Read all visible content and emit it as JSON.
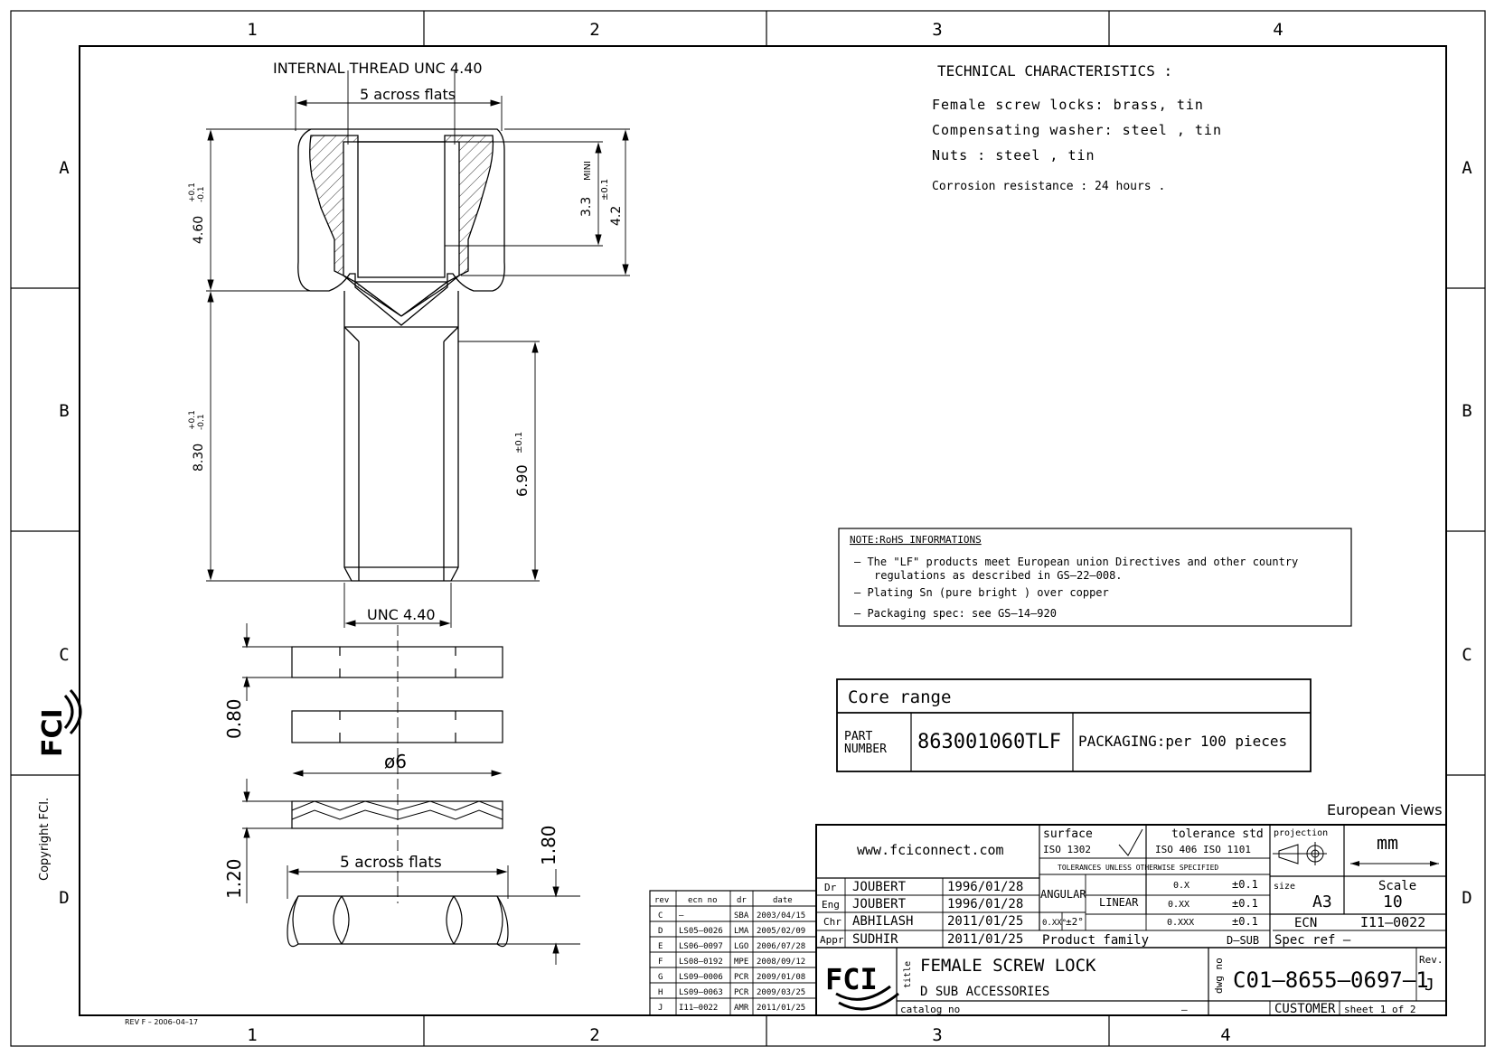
{
  "zones": {
    "columns": [
      "1",
      "2",
      "3",
      "4"
    ],
    "rows": [
      "A",
      "B",
      "C",
      "D"
    ]
  },
  "drawing": {
    "thread_label": "INTERNAL THREAD UNC 4.40",
    "across_flats_top": "5 across flats",
    "dim_4_60": "4.60",
    "dim_4_60_tol_plus": "+0.1",
    "dim_4_60_tol_minus": "-0.1",
    "dim_3_3": "3.3",
    "dim_3_3_tol": "±0.1",
    "dim_mini": "MINI",
    "dim_4_2": "4.2",
    "dim_8_30": "8.30",
    "dim_8_30_tol_plus": "+0.1",
    "dim_8_30_tol_minus": "-0.1",
    "dim_6_90": "6.90",
    "dim_6_90_tol": "±0.1",
    "unc_bottom": "UNC 4.40",
    "dim_0_80": "0.80",
    "dim_phi6": "ø6",
    "dim_1_20": "1.20",
    "across_flats_bottom": "5   across flats",
    "dim_1_80": "1.80"
  },
  "tech": {
    "title": "TECHNICAL CHARACTERISTICS :",
    "lines": [
      "Female screw locks: brass, tin",
      "Compensating washer: steel , tin",
      "Nuts :  steel  , tin"
    ],
    "corrosion": "Corrosion resistance : 24 hours ."
  },
  "note": {
    "title": "NOTE:RoHS INFORMATIONS",
    "items": [
      "– The \"LF\" products meet European union Directives and other country",
      "regulations as described in GS–22–008.",
      "– Plating Sn (pure bright ) over copper",
      "– Packaging spec: see GS–14–920"
    ]
  },
  "core": {
    "title": "Core range",
    "part_label_1": "PART",
    "part_label_2": "NUMBER",
    "part_number": "863001060TLF",
    "packaging": "PACKAGING:per 100 pieces"
  },
  "side": {
    "copyright": "Copyright FCI.",
    "rev_stamp": "REV F – 2006–04–17",
    "european_views": "European Views"
  },
  "revisions": {
    "headers": [
      "rev",
      "ecn no",
      "dr",
      "date"
    ],
    "rows": [
      [
        "C",
        "–",
        "SBA",
        "2003/04/15"
      ],
      [
        "D",
        "LS05–0026",
        "LMA",
        "2005/02/09"
      ],
      [
        "E",
        "LS06–0097",
        "LGO",
        "2006/07/28"
      ],
      [
        "F",
        "LS08–0192",
        "MPE",
        "2008/09/12"
      ],
      [
        "G",
        "LS09–0006",
        "PCR",
        "2009/01/08"
      ],
      [
        "H",
        "LS09–0063",
        "PCR",
        "2009/03/25"
      ],
      [
        "J",
        "I11–0022",
        "AMR",
        "2011/01/25"
      ]
    ]
  },
  "title_block": {
    "website": "www.fciconnect.com",
    "surface_label": "surface",
    "surface_std": "ISO 1302",
    "tolerance_label": "tolerance std",
    "tolerance_std": "ISO 406  ISO 1101",
    "tolerances_note": "TOLERANCES UNLESS OTHERWISE SPECIFIED",
    "projection_label": "projection",
    "unit": "mm",
    "signatures": [
      [
        "Dr",
        "JOUBERT",
        "1996/01/28"
      ],
      [
        "Eng",
        "JOUBERT",
        "1996/01/28"
      ],
      [
        "Chr",
        "ABHILASH",
        "2011/01/25"
      ],
      [
        "Appr",
        "SUDHIR",
        "2011/01/25"
      ]
    ],
    "angular_label": "ANGULAR",
    "angular_tol_key": "0.XX°",
    "angular_tol_val": "±2°",
    "linear_label": "LINEAR",
    "linear": [
      [
        "0.X",
        "±0.1"
      ],
      [
        "0.XX",
        "±0.1"
      ],
      [
        "0.XXX",
        "±0.1"
      ]
    ],
    "size_label": "size",
    "size": "A3",
    "scale_label": "Scale",
    "scale": "10",
    "ecn_label": "ECN",
    "ecn": "I11–0022",
    "product_family_label": "Product family",
    "product_family": "D–SUB",
    "spec_ref": "Spec ref  –",
    "title_label": "title",
    "title_1": "FEMALE SCREW LOCK",
    "title_2": "D SUB ACCESSORIES",
    "catalog_label": "catalog no",
    "catalog_value": "–",
    "dwg_label": "dwg no",
    "dwg_no": "C01–8655–0697–1",
    "rev_label": "Rev.",
    "rev": "J",
    "customer": "CUSTOMER",
    "sheet": "sheet  1 of  2",
    "logo": "FCI"
  }
}
